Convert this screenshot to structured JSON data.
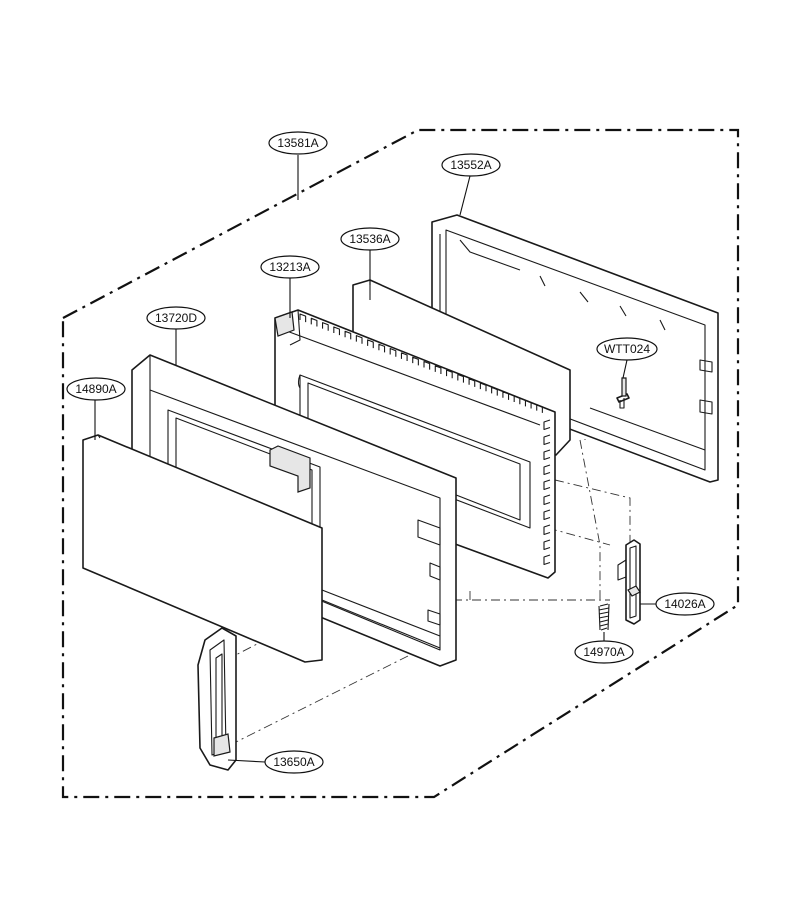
{
  "labels": {
    "door_assembly": "13581A",
    "door_frame": "13552A",
    "choke_sheet": "13536A",
    "door_plate": "13213A",
    "door_body": "13720D",
    "front_glass": "14890A",
    "latch_screw": "WTT024",
    "latch_lever": "14026A",
    "latch_spring": "14970A",
    "door_handle": "13650A"
  }
}
